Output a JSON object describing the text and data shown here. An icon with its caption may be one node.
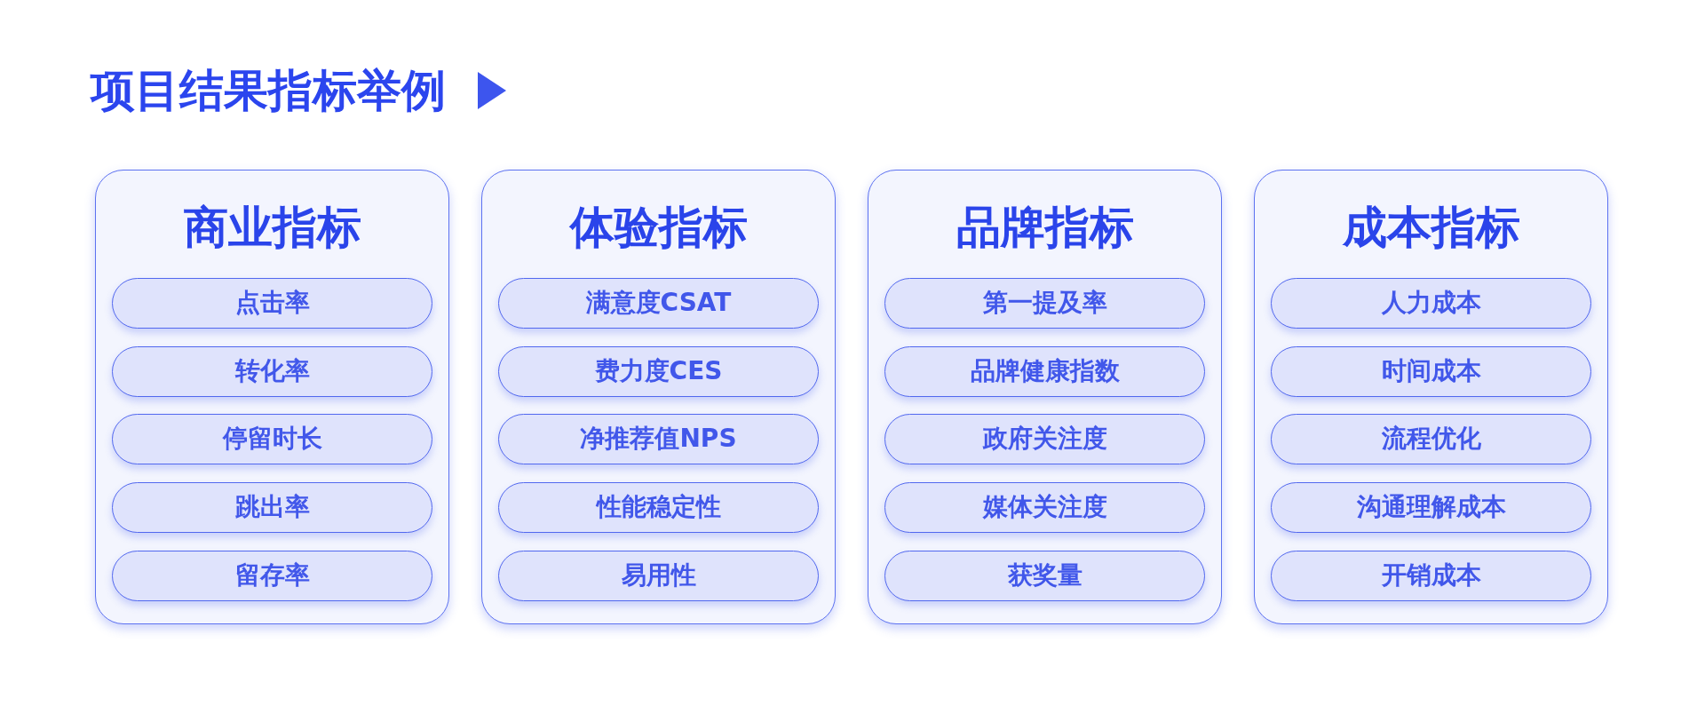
{
  "diagram": {
    "title": "项目结果指标举例",
    "nodes": [
      {
        "text": [
          "商业指标"
        ]
      },
      {
        "text": [
          "点击率"
        ],
        "in": 0
      },
      {
        "text": [
          "转化率"
        ],
        "in": 0
      },
      {
        "text": [
          "停留时长"
        ],
        "in": 0
      },
      {
        "text": [
          "跳出率"
        ],
        "in": 0
      },
      {
        "text": [
          "留存率"
        ],
        "in": 0
      },
      {
        "text": [
          "体验指标"
        ]
      },
      {
        "text": [
          "满意度CSAT"
        ],
        "in": 6
      },
      {
        "text": [
          "费力度CES"
        ],
        "in": 6
      },
      {
        "text": [
          "净推荐值NPS"
        ],
        "in": 6
      },
      {
        "text": [
          "性能稳定性"
        ],
        "in": 6
      },
      {
        "text": [
          "易用性"
        ],
        "in": 6
      },
      {
        "text": [
          "品牌指标"
        ]
      },
      {
        "text": [
          "第一提及率"
        ],
        "in": 12
      },
      {
        "text": [
          "品牌健康指数"
        ],
        "in": 12
      },
      {
        "text": [
          "政府关注度"
        ],
        "in": 12
      },
      {
        "text": [
          "媒体关注度"
        ],
        "in": 12
      },
      {
        "text": [
          "获奖量"
        ],
        "in": 12
      },
      {
        "text": [
          "成本指标"
        ]
      },
      {
        "text": [
          "人力成本"
        ],
        "in": 18
      },
      {
        "text": [
          "时间成本"
        ],
        "in": 18
      },
      {
        "text": [
          "流程优化"
        ],
        "in": 18
      },
      {
        "text": [
          "沟通理解成本"
        ],
        "in": 18
      },
      {
        "text": [
          "开销成本"
        ],
        "in": 18
      }
    ]
  }
}
